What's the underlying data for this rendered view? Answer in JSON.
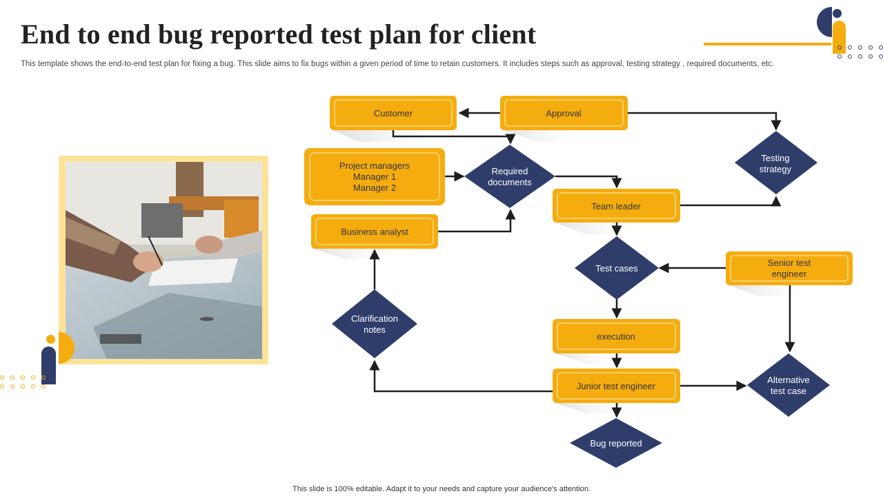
{
  "header": {
    "title": "End to end bug reported test plan for client",
    "subtitle": "This template shows the end-to-end test plan for fixing a bug. This slide aims to fix bugs within a given period of time to retain customers. It includes steps such as approval, testing strategy , required documents, etc."
  },
  "footer": {
    "text": "This slide is 100% editable. Adapt it to your needs and capture your audience's attention."
  },
  "colors": {
    "accent": "#f5ac0f",
    "accent_light": "#fde39a",
    "navy": "#2f3d6b",
    "connector": "#1e1e1e"
  },
  "nodes": {
    "customer": "Customer",
    "approval": "Approval",
    "testing_strategy": [
      "Testing",
      "strategy"
    ],
    "project_managers": [
      "Project managers",
      "Manager  1",
      "Manager  2"
    ],
    "required_documents": [
      "Required",
      "documents"
    ],
    "team_leader": "Team  leader",
    "business_analyst": "Business analyst",
    "test_cases": "Test cases",
    "senior_test_engineer": [
      "Senior test",
      "engineer"
    ],
    "clarification_notes": [
      "Clarification",
      "notes"
    ],
    "execution": "execution",
    "junior_test_engineer": "Junior  test engineer",
    "alternative_test_case": [
      "Alternative",
      "test case"
    ],
    "bug_reported": "Bug reported"
  }
}
